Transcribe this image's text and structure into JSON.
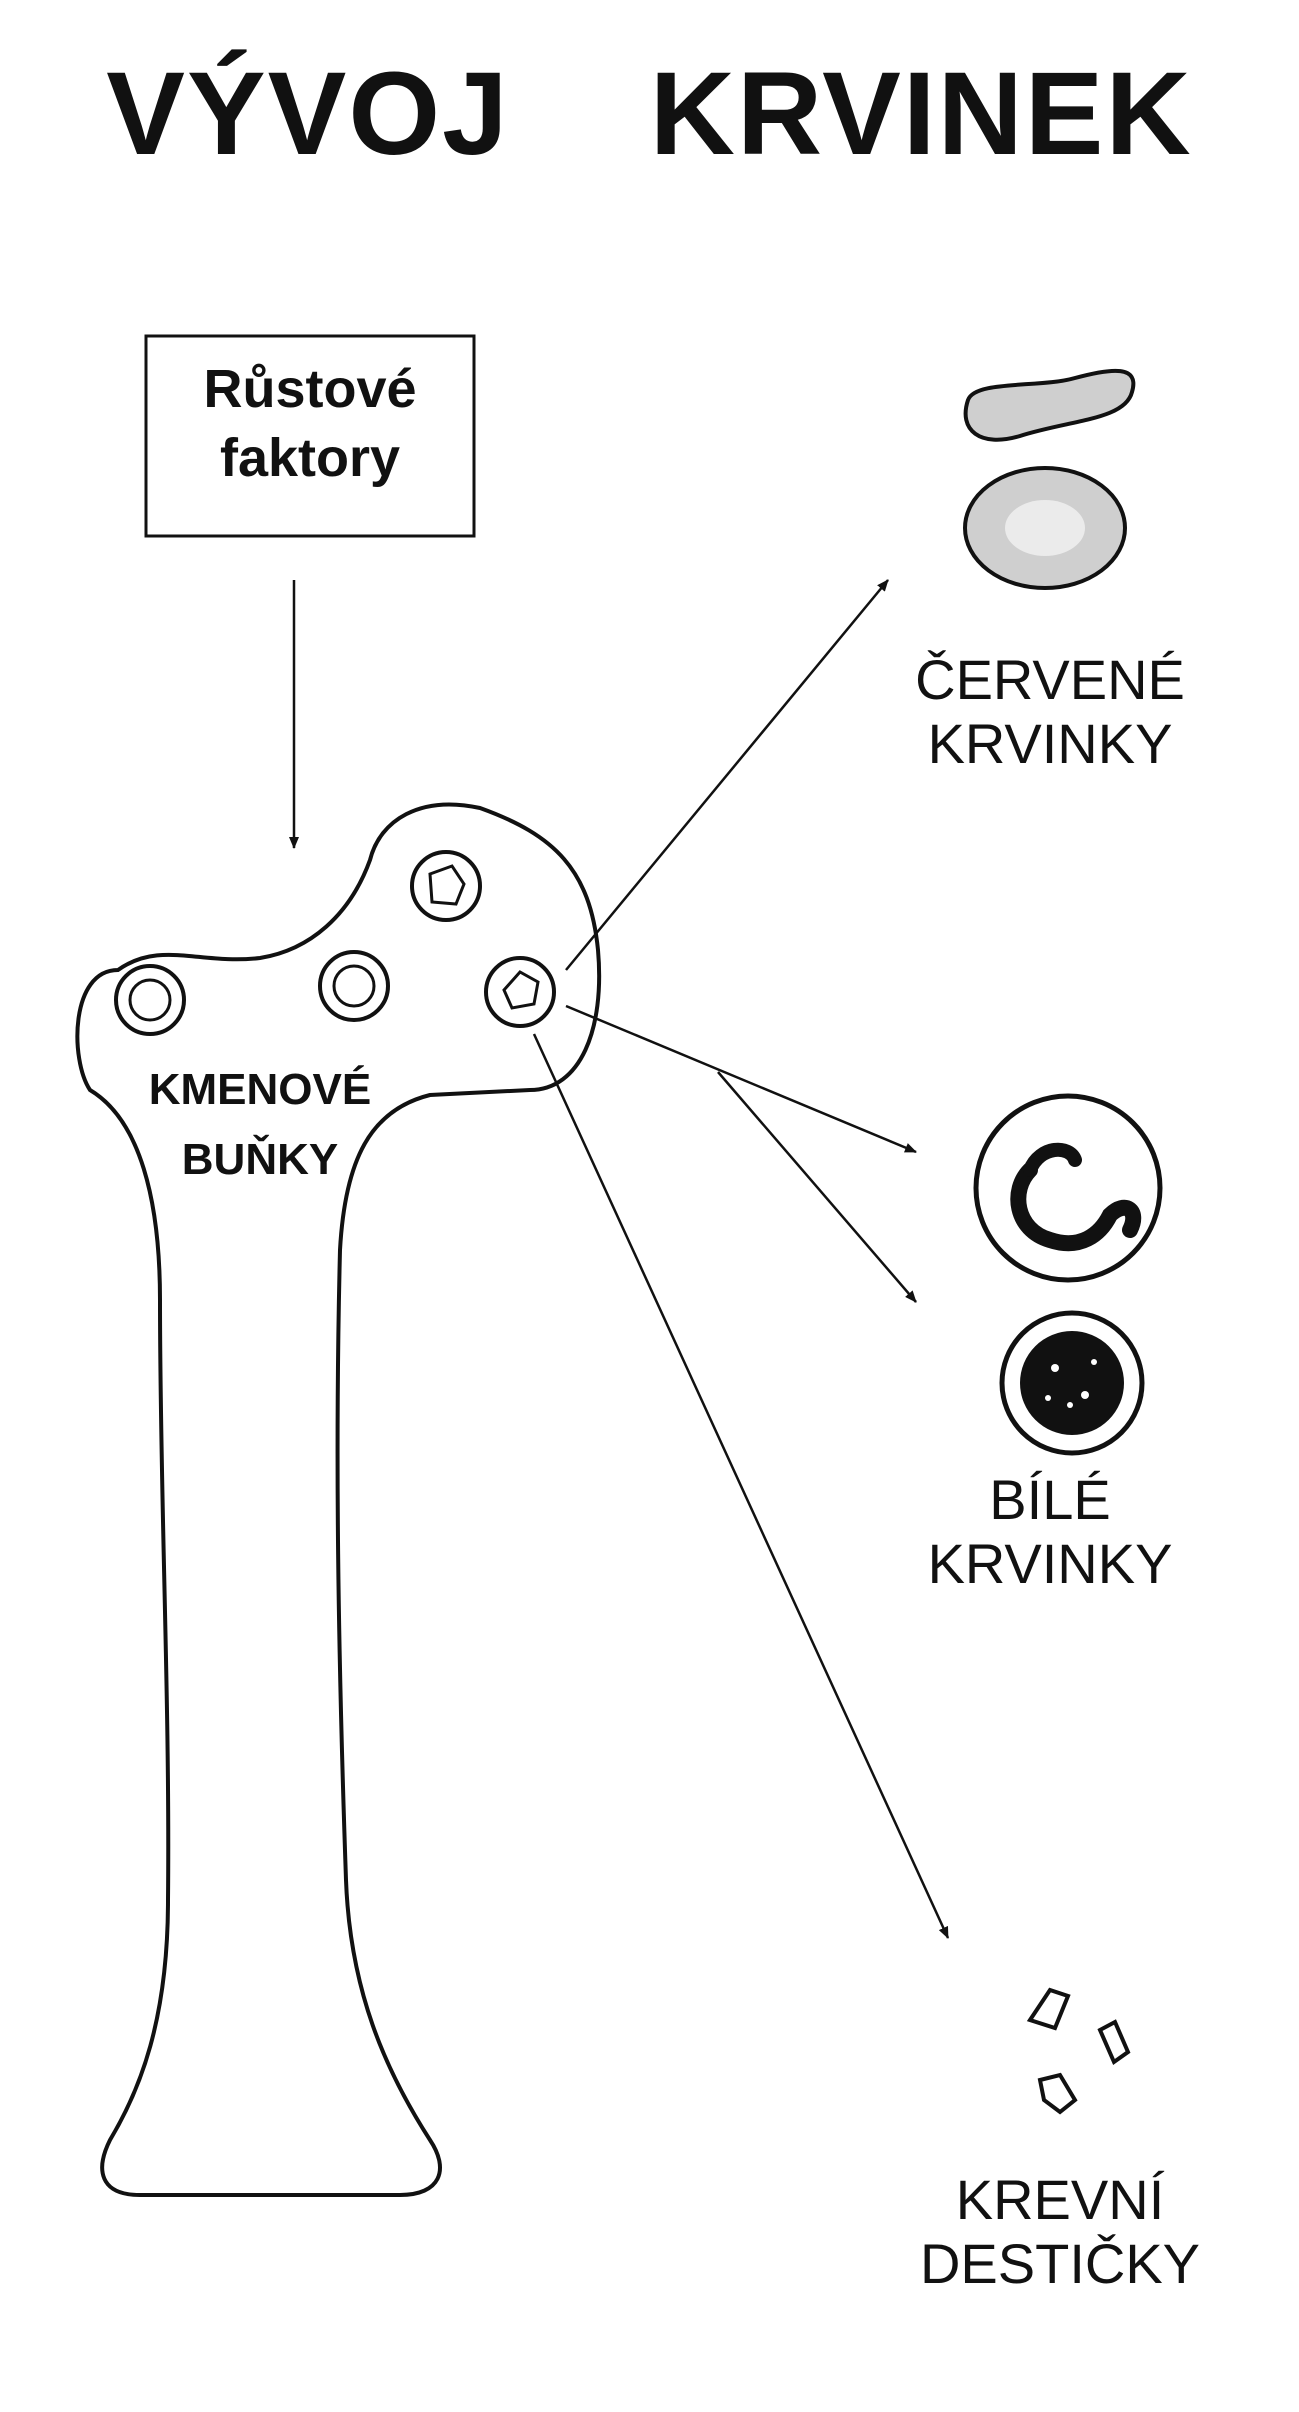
{
  "title": {
    "word1": "VÝVOJ",
    "word2": "KRVINEK"
  },
  "growth_factors": {
    "line1": "Růstové",
    "line2": "faktory"
  },
  "stem_cells": {
    "line1": "KMENOVÉ",
    "line2": "BUŇKY"
  },
  "red_cells": {
    "line1": "ČERVENÉ",
    "line2": "KRVINKY"
  },
  "white_cells": {
    "line1": "BÍLÉ",
    "line2": "KRVINKY"
  },
  "platelets": {
    "line1": "KREVNÍ",
    "line2": "DESTIČKY"
  },
  "colors": {
    "ink": "#111111",
    "background": "#ffffff",
    "cell_gray": "#cfcfcf"
  }
}
